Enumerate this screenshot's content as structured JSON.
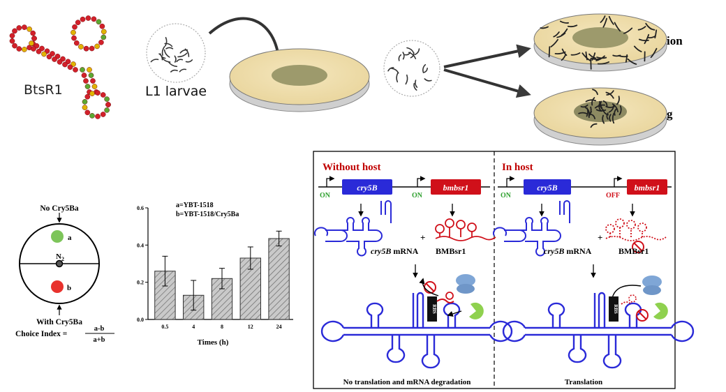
{
  "structure": {
    "label": "BtsR1"
  },
  "assay": {
    "larvae_label": "L1 larvae",
    "result_top_suffix": "ion",
    "result_bottom_suffix": "g"
  },
  "choice": {
    "top_label": "No Cry5Ba",
    "bottom_label": "With Cry5Ba",
    "point_a": "a",
    "point_b": "b",
    "center_label": "N",
    "center_sub": "2",
    "index_lhs": "Choice Index =",
    "index_num": "a-b",
    "index_den": "a+b",
    "colors": {
      "a": "#7dc55a",
      "b": "#e8322d"
    }
  },
  "chart_data": {
    "type": "bar",
    "categories": [
      "0.5",
      "4",
      "8",
      "12",
      "24"
    ],
    "values": [
      0.26,
      0.13,
      0.22,
      0.33,
      0.435
    ],
    "errors": [
      0.08,
      0.08,
      0.055,
      0.06,
      0.04
    ],
    "ylim": [
      0,
      0.6
    ],
    "yticks": [
      "0.0",
      "0.2",
      "0.4",
      "0.6"
    ],
    "xlabel": "Times (h)",
    "legend": [
      "a=YBT-1518",
      "b=YBT-1518/Cry5Ba"
    ],
    "grid": false
  },
  "model": {
    "left": {
      "title": "Without host",
      "gene1": "cry5B",
      "gene1_state": "ON",
      "gene2": "bmbsr1",
      "gene2_state": "ON",
      "mrna_label_italic": "cry5B",
      "mrna_label_rest": " mRNA",
      "srna_label": "BMBsr1",
      "plus": "+",
      "rbs": "RBS",
      "outcome": "No translation and mRNA degradation"
    },
    "right": {
      "title": "In host",
      "gene1": "cry5B",
      "gene1_state": "ON",
      "gene2": "bmbsr1",
      "gene2_state": "OFF",
      "mrna_label_italic": "cry5B",
      "mrna_label_rest": " mRNA",
      "srna_label": "BMBsr1",
      "plus": "+",
      "rbs": "RBS",
      "outcome": "Translation"
    },
    "colors": {
      "title": "#c00000",
      "gene1_fill": "#2a2ad8",
      "gene2_fill": "#d0101a",
      "on": "#2ea02e",
      "off": "#d0101a",
      "mrna": "#2a2ad8",
      "srna": "#d0101a",
      "ribosome": "#7fa6d6",
      "rnase": "#8fd14f"
    }
  }
}
